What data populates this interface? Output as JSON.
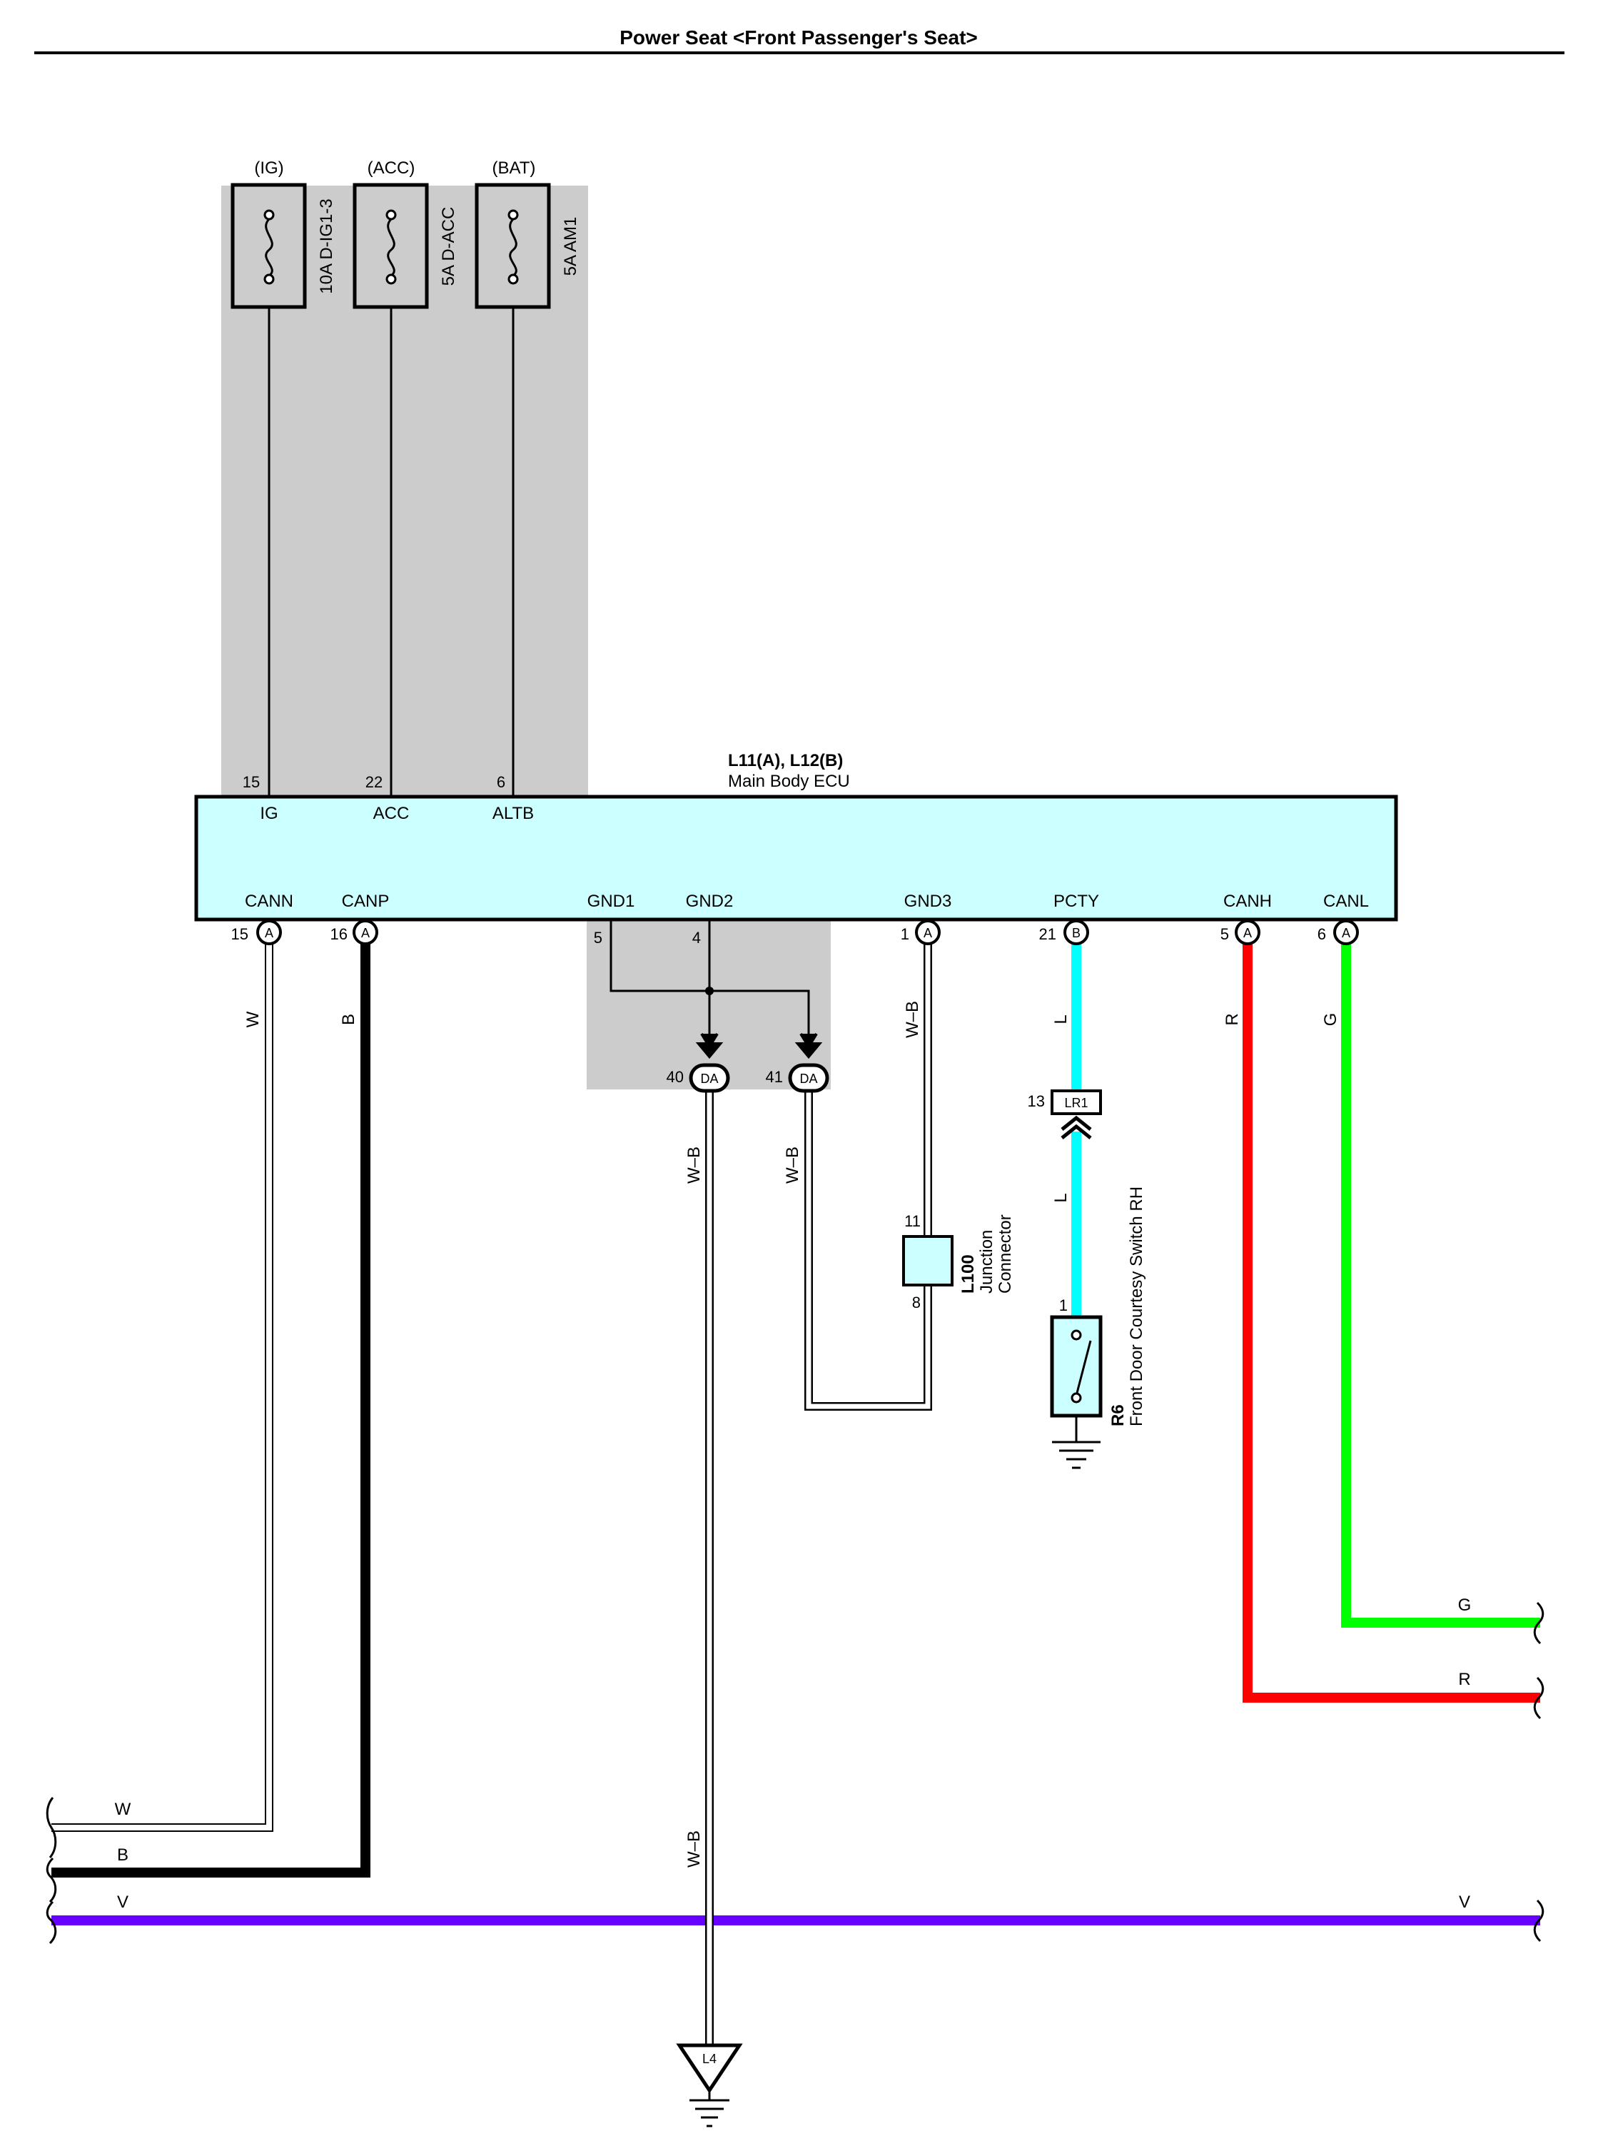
{
  "title": "Power Seat <Front Passenger's Seat>",
  "fuses": [
    {
      "source": "(IG)",
      "rating": "10A D-IG1-3"
    },
    {
      "source": "(ACC)",
      "rating": "5A D-ACC"
    },
    {
      "source": "(BAT)",
      "rating": "5A AM1"
    }
  ],
  "ecu": {
    "code": "L11(A), L12(B)",
    "name": "Main Body ECU",
    "top_pins": [
      {
        "num": "15",
        "name": "IG"
      },
      {
        "num": "22",
        "name": "ACC"
      },
      {
        "num": "6",
        "name": "ALTB"
      }
    ],
    "bottom_pins": [
      {
        "num": "15",
        "name": "CANN",
        "conn": "A"
      },
      {
        "num": "16",
        "name": "CANP",
        "conn": "A"
      },
      {
        "num": "5",
        "name": "GND1",
        "conn": ""
      },
      {
        "num": "4",
        "name": "GND2",
        "conn": ""
      },
      {
        "num": "1",
        "name": "GND3",
        "conn": "A"
      },
      {
        "num": "21",
        "name": "PCTY",
        "conn": "B"
      },
      {
        "num": "5",
        "name": "CANH",
        "conn": "A"
      },
      {
        "num": "6",
        "name": "CANL",
        "conn": "A"
      }
    ]
  },
  "wire_colors": {
    "W": "W",
    "B": "B",
    "WB": "W–B",
    "L": "L",
    "R": "R",
    "G": "G",
    "V": "V"
  },
  "colors": {
    "ecu_fill": "#ccffff",
    "shade": "#cccccc",
    "wire_L": "#00ffff",
    "wire_R": "#ff0000",
    "wire_G": "#00ff00",
    "wire_V": "#6600ff",
    "wire_B": "#000000"
  },
  "junction": {
    "pin_a": "40",
    "pin_b": "41",
    "code": "DA"
  },
  "lr1": {
    "pin": "13",
    "code": "LR1"
  },
  "l100": {
    "code": "L100",
    "name1": "Junction",
    "name2": "Connector",
    "pin_top": "11",
    "pin_bottom": "8"
  },
  "r6": {
    "code": "R6",
    "name": "Front Door Courtesy Switch RH",
    "pin": "1"
  },
  "ground": {
    "code": "L4"
  }
}
